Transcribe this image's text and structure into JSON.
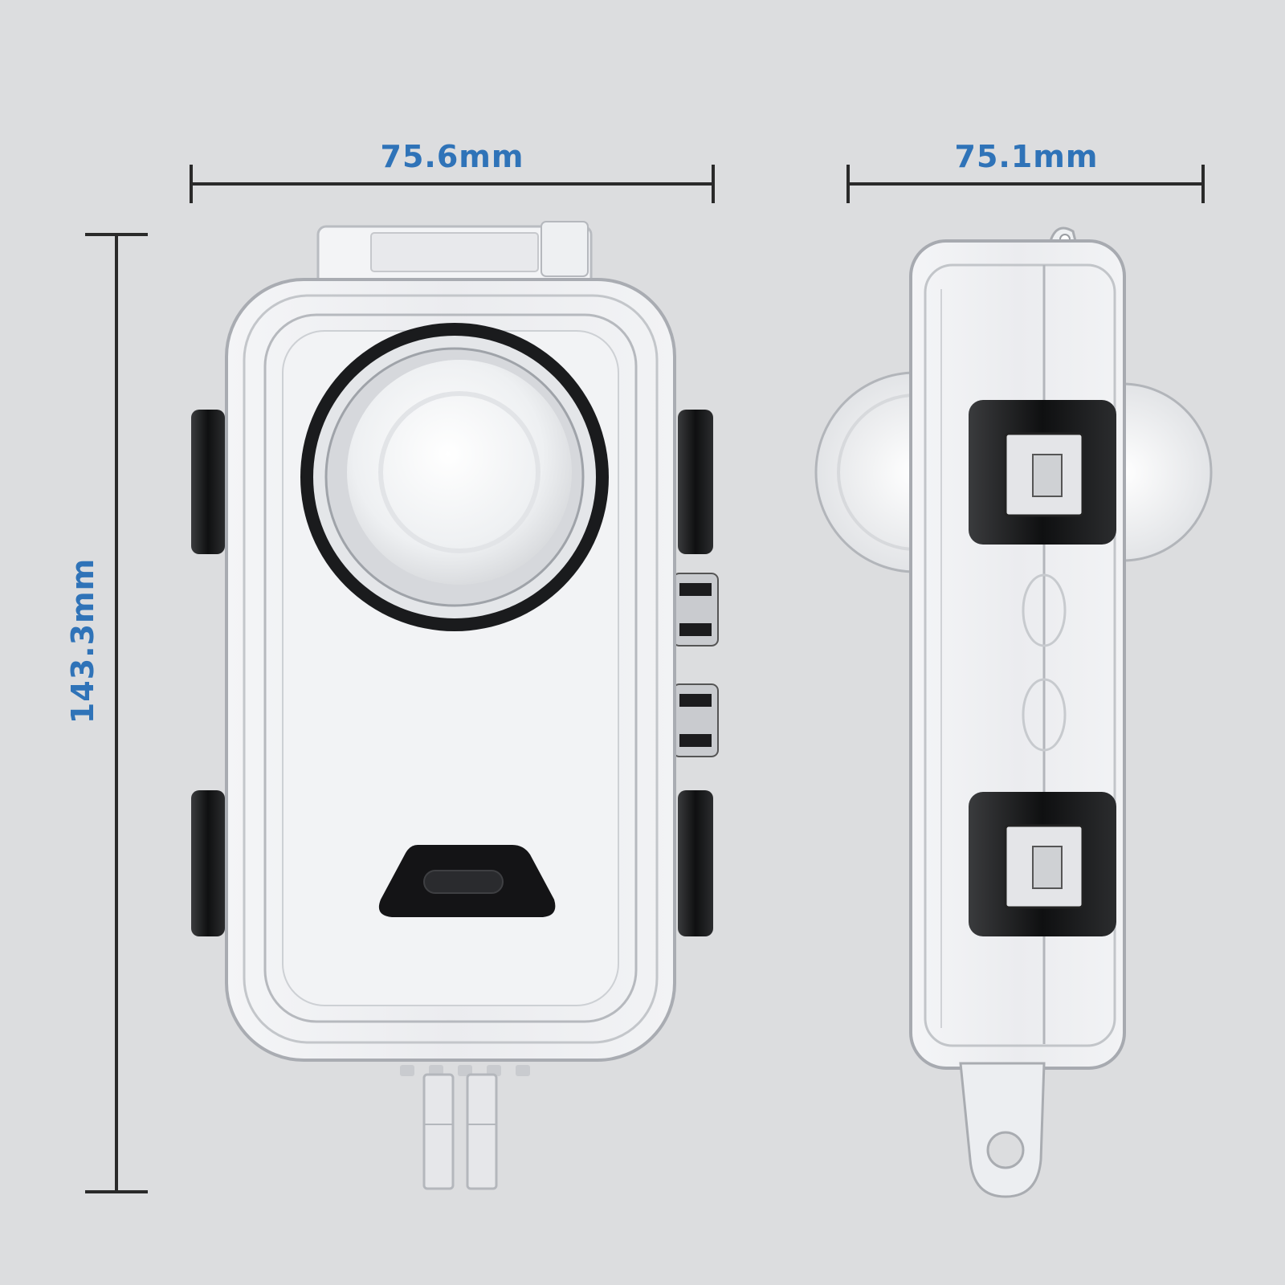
{
  "background_color": "#dcdddf",
  "dimension_color": "#2f73b8",
  "dimensions": {
    "front_width": "75.6mm",
    "side_depth": "75.1mm",
    "height": "143.3mm"
  }
}
